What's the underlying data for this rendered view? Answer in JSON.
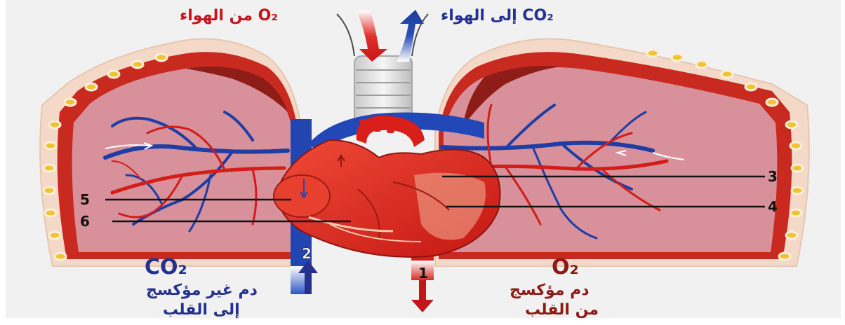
{
  "top": {
    "left_label": "O₂ من الهواء",
    "right_label": "CO₂ إلى الهواء"
  },
  "bottom": {
    "left": {
      "formula": "CO₂",
      "line1": "دم غير مؤكسج",
      "line2": "إلى القلب"
    },
    "right": {
      "formula": "O₂",
      "line1": "دم مؤكسج",
      "line2": "من القلب"
    }
  },
  "callouts": {
    "n1": "1",
    "n2": "2",
    "n3": "3",
    "n4": "4",
    "n5": "5",
    "n6": "6"
  },
  "colors": {
    "oxygenated": "#d81f1a",
    "deoxygenated": "#1f3ea6",
    "lung_tissue": "#d9909c",
    "background": "#f1f1f1"
  }
}
